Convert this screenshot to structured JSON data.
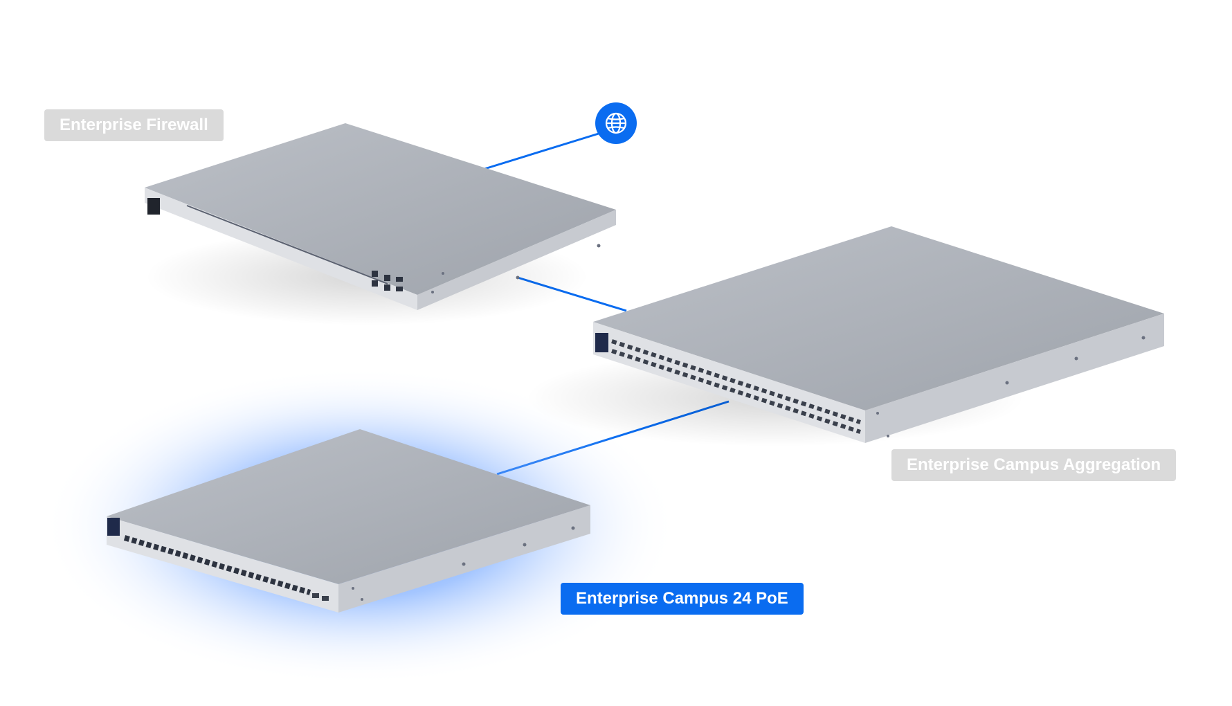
{
  "devices": {
    "firewall": {
      "label": "Enterprise Firewall",
      "selected": false
    },
    "aggregation": {
      "label": "Enterprise Campus Aggregation",
      "selected": false
    },
    "poe": {
      "label": "Enterprise Campus 24 PoE",
      "selected": true
    }
  },
  "internet": {
    "icon": "globe-icon"
  },
  "colors": {
    "accent": "#0a6cf0",
    "label_muted": "#dadada",
    "chassis_top": "#b0b4bc",
    "chassis_front": "#dfe1e5",
    "chassis_side": "#c3c6cc",
    "glow": "#3f86ff",
    "port_dark": "#2d3340"
  }
}
